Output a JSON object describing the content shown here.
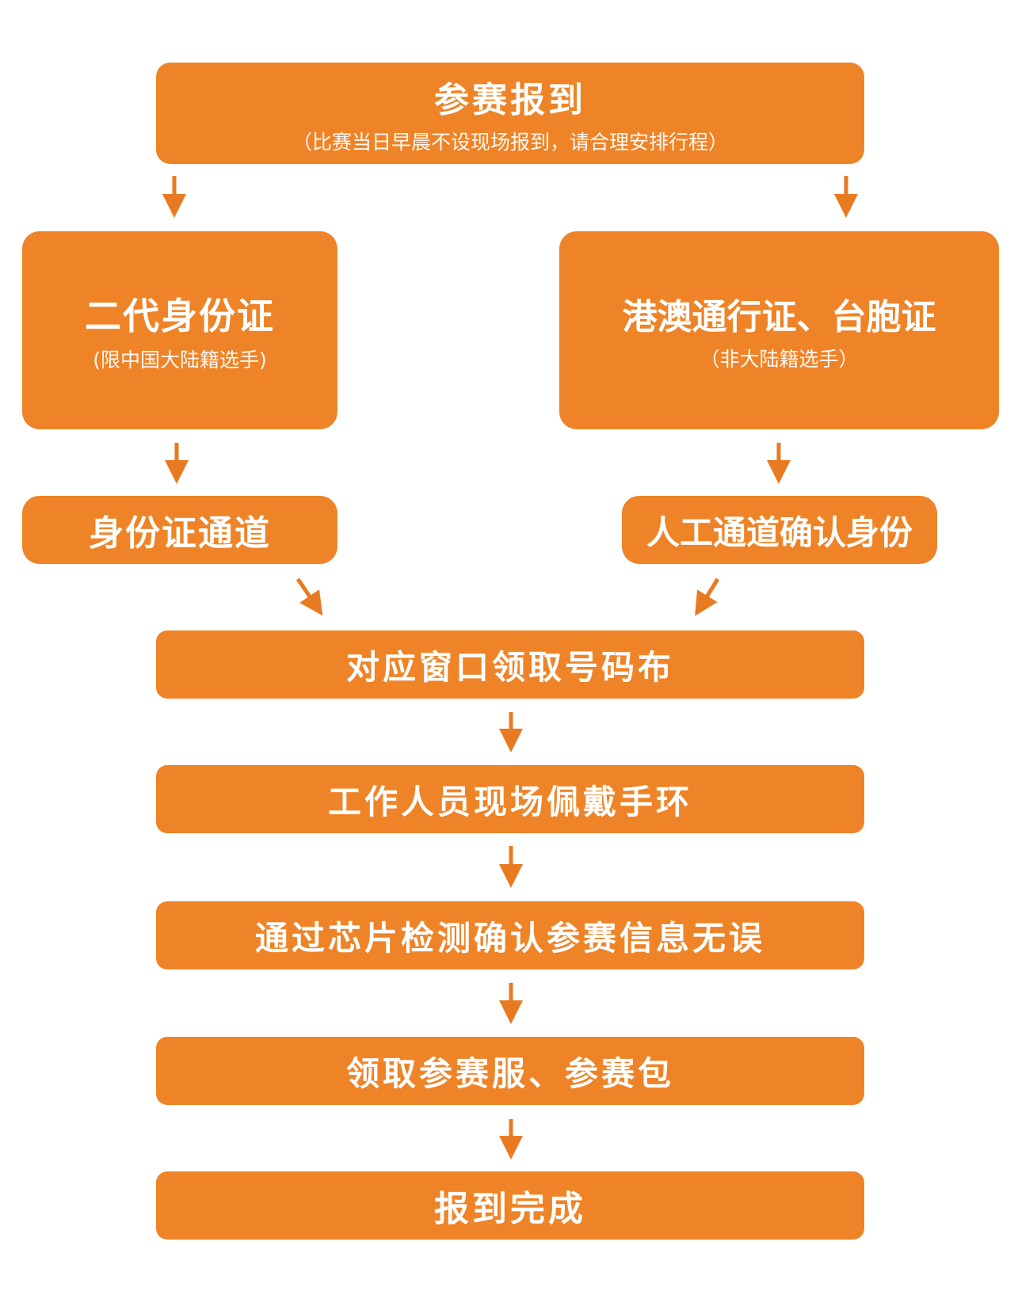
{
  "colors": {
    "box": "#ee8427",
    "arrow": "#e87a22",
    "text": "#ffffff"
  },
  "steps": {
    "checkin": {
      "title": "参赛报到",
      "note": "（比赛当日早晨不设现场报到，请合理安排行程）"
    },
    "id_card": {
      "title": "二代身份证",
      "note": "(限中国大陆籍选手)"
    },
    "permit": {
      "title": "港澳通行证、台胞证",
      "note": "（非大陆籍选手）"
    },
    "id_channel": {
      "title": "身份证通道"
    },
    "manual_channel": {
      "title": "人工通道确认身份"
    },
    "bib": {
      "title": "对应窗口领取号码布"
    },
    "wristband": {
      "title": "工作人员现场佩戴手环"
    },
    "chip": {
      "title": "通过芯片检测确认参赛信息无误"
    },
    "kit": {
      "title": "领取参赛服、参赛包"
    },
    "done": {
      "title": "报到完成"
    }
  }
}
